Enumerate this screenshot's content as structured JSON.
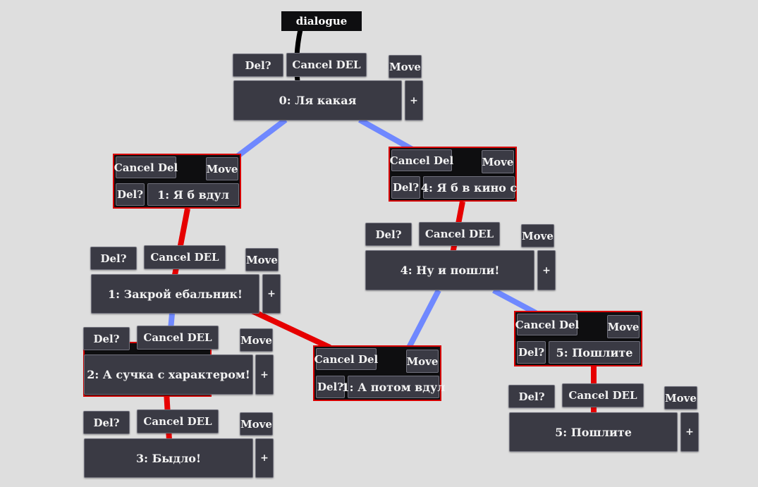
{
  "root_label": "dialogue",
  "ui": {
    "del": "Del?",
    "cancel_del_upper": "Cancel DEL",
    "cancel_del": "Cancel Del",
    "move": "Move",
    "add": "+"
  },
  "colors": {
    "selected_edge": "#e60000",
    "normal_edge": "#6f88ff",
    "root_edge": "#000000",
    "panel_border": "#d80000"
  },
  "nodes": {
    "n0": "0: Ля какая",
    "p1a": "1: Я б вдул",
    "p4a": "4: Я б в кино с",
    "n1": "1: Закрой ебальник!",
    "n4": "4: Ну и пошли!",
    "n2": "2: А сучка с характером!",
    "p1b": "1: А потом вдул",
    "p5a": "5: Пошлите",
    "n3": "3: Быдло!",
    "n5": "5: Пошлите"
  }
}
